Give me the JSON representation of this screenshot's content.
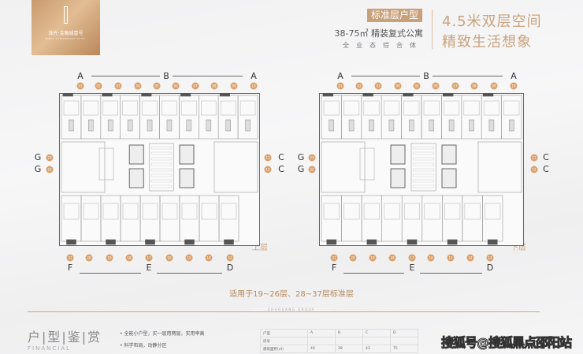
{
  "logo": {
    "name": "珠光·金融城壹号",
    "subtitle": "NO.1 FINANCIAL CITY"
  },
  "header": {
    "badge": "标准层户型",
    "spec": "38-75㎡ 精装复式公寓",
    "business": "全业态综合体",
    "slogan1": "4.5米双层空间",
    "slogan2": "精致生活想象"
  },
  "plans": [
    {
      "floor": "上层",
      "top_labels": [
        "A",
        "B",
        "A"
      ],
      "top_units": [
        "01",
        "02",
        "03",
        "04",
        "05",
        "06",
        "07",
        "08",
        "09",
        "10"
      ],
      "bottom_labels": [
        "F",
        "E",
        "D"
      ],
      "bottom_units": [
        "21",
        "20",
        "19",
        "18",
        "17",
        "16",
        "15",
        "14",
        "13"
      ],
      "left_label": "G",
      "left_units": [
        "23",
        "22"
      ],
      "right_label": "C",
      "right_units": [
        "11",
        "12"
      ]
    },
    {
      "floor": "下层",
      "top_labels": [
        "A",
        "B",
        "A"
      ],
      "top_units": [
        "01",
        "02",
        "03",
        "04",
        "05",
        "06",
        "07",
        "08",
        "09",
        "10"
      ],
      "bottom_labels": [
        "F",
        "E",
        "D"
      ],
      "bottom_units": [
        "21",
        "20",
        "19",
        "18",
        "17",
        "16",
        "15",
        "14",
        "13"
      ],
      "left_label": "G",
      "left_units": [
        "23",
        "22"
      ],
      "right_label": "C",
      "right_units": [
        "11",
        "12"
      ]
    }
  ],
  "applicable": "适用于19~26层、28~37层标准层",
  "group": "ZHUGUANG GROUP",
  "section": {
    "title": "户|型|鉴|赏",
    "subtitle": "FINANCIAL",
    "bullets": [
      "全能小户型，买一层用两层，实用率高",
      "科学布局，动静分区"
    ]
  },
  "table": {
    "rows": [
      [
        "户型",
        "A",
        "B",
        "C",
        "D"
      ],
      [
        "房号",
        "",
        "",
        "",
        ""
      ],
      [
        "建筑面积(㎡)",
        "40",
        "39",
        "43",
        "75"
      ]
    ]
  },
  "watermark": "搜狐号@搜狐黑点邵阳站",
  "colors": {
    "gold": "#c9a37d",
    "unit_circle": "#d9a06b"
  }
}
